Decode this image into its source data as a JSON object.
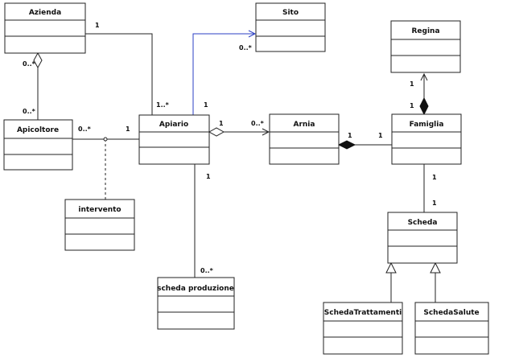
{
  "classes": {
    "azienda": "Azienda",
    "sito": "Sito",
    "regina": "Regina",
    "apicoltore": "Apicoltore",
    "apiario": "Apiario",
    "arnia": "Arnia",
    "famiglia": "Famiglia",
    "intervento": "intervento",
    "scheda": "Scheda",
    "scheda_produzione": "scheda produzione",
    "scheda_trattamenti": "SchedaTrattamenti",
    "scheda_salute": "SchedaSalute"
  },
  "multiplicities": {
    "azienda_apiario_azienda_end": "1",
    "azienda_apiario_apiario_end": "1..*",
    "azienda_apicoltore_azienda_end": "0..*",
    "azienda_apicoltore_apicoltore_end": "0..*",
    "apiario_sito_sito_end": "0..*",
    "apiario_sito_apiario_end": "1",
    "apicoltore_apiario_apicoltore_end": "0..*",
    "apicoltore_apiario_apiario_end": "1",
    "apiario_arnia_apiario_end": "1",
    "apiario_arnia_arnia_end": "0..*",
    "arnia_famiglia_arnia_end": "1",
    "arnia_famiglia_famiglia_end": "1",
    "famiglia_regina_regina_end": "1",
    "famiglia_regina_famiglia_end": "1",
    "famiglia_scheda_famiglia_end": "1",
    "famiglia_scheda_scheda_end": "1",
    "apiario_scheda_produzione_apiario_end": "1",
    "apiario_scheda_produzione_scheda_end": "0..*"
  },
  "colors": {
    "line": "#222222",
    "highlight_edge": "#2b3fc4"
  }
}
